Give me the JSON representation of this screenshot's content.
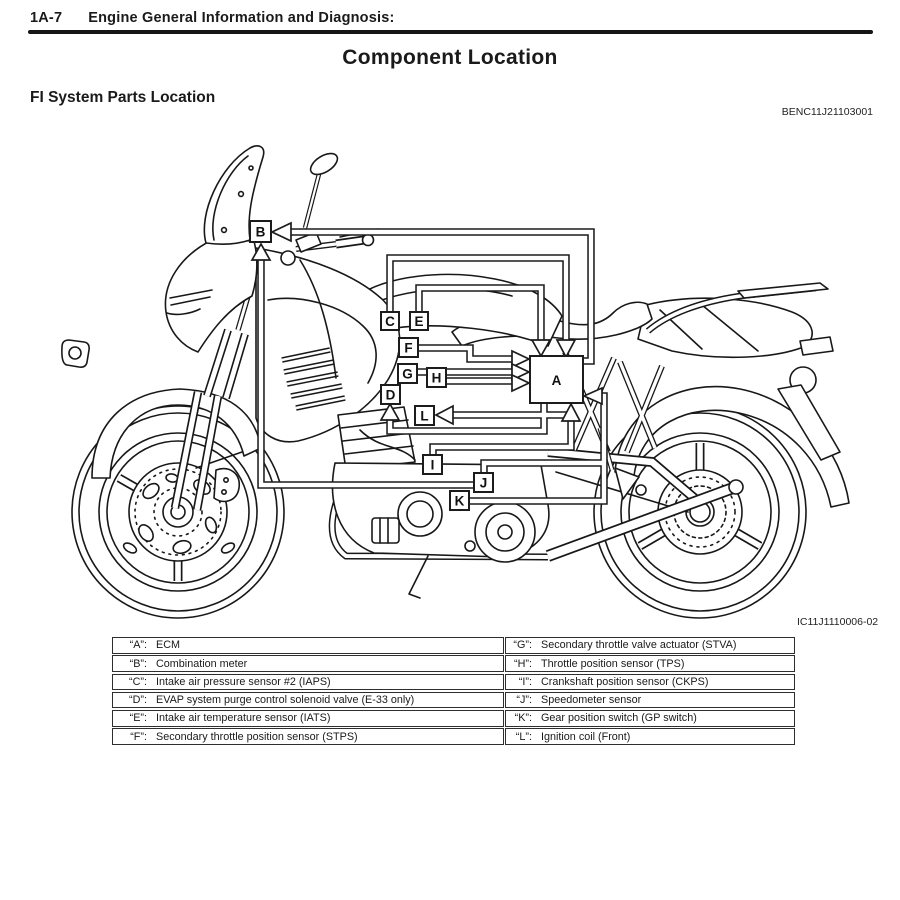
{
  "page": {
    "code": "1A-7",
    "section_title": "Engine General Information and Diagnosis:",
    "title": "Component Location",
    "subtitle": "FI System Parts Location",
    "doc_number": "BENC11J21103001",
    "figure_number": "IC11J1110006-02"
  },
  "diagram": {
    "description": "Side-view line drawing of a motorcycle with FI system component callout boxes wired to the ECM",
    "callouts": [
      "A",
      "B",
      "C",
      "D",
      "E",
      "F",
      "G",
      "H",
      "I",
      "J",
      "K",
      "L"
    ]
  },
  "legend": {
    "left": [
      {
        "label": "“A”:",
        "desc": "ECM"
      },
      {
        "label": "“B”:",
        "desc": "Combination meter"
      },
      {
        "label": "“C”:",
        "desc": "Intake air pressure sensor #2 (IAPS)"
      },
      {
        "label": "“D”:",
        "desc": "EVAP system purge control solenoid valve (E-33 only)"
      },
      {
        "label": "“E”:",
        "desc": "Intake air temperature sensor (IATS)"
      },
      {
        "label": "“F”:",
        "desc": "Secondary throttle position sensor (STPS)"
      }
    ],
    "right": [
      {
        "label": "“G”:",
        "desc": "Secondary throttle valve actuator (STVA)"
      },
      {
        "label": "“H”:",
        "desc": "Throttle position sensor (TPS)"
      },
      {
        "label": "“I”:",
        "desc": "Crankshaft position sensor (CKPS)"
      },
      {
        "label": "“J”:",
        "desc": "Speedometer sensor"
      },
      {
        "label": "“K”:",
        "desc": "Gear position switch (GP switch)"
      },
      {
        "label": "“L”:",
        "desc": "Ignition coil (Front)"
      }
    ]
  }
}
